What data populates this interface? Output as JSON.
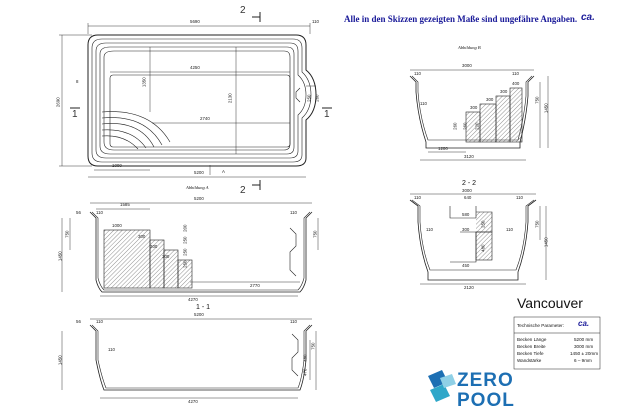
{
  "header": {
    "note": "Alle in den Skizzen gezeigten Maße sind ungefähre Angaben.",
    "brand_mark": "ca."
  },
  "plan_view": {
    "dims": {
      "top_total": "5690",
      "top_right": "110",
      "inner_length": "4250",
      "left_height": "2690",
      "small_left": "8",
      "bench_h": "1350",
      "inner_height": "2130",
      "bench_w": "2740",
      "step_right_1": "250",
      "step_right_2": "260",
      "step_left": "1000",
      "bottom_total": "5200"
    },
    "section_marks": [
      "2",
      "2",
      "1",
      "1"
    ],
    "caption_b": "Abbildung B",
    "caption_a": "Abbildung A",
    "marker_a": "A"
  },
  "detail_b": {
    "dims": {
      "top": "3000",
      "left_edge": "110",
      "right_edge": "110",
      "s1": "400",
      "s2": "300",
      "s3": "300",
      "s4": "300",
      "d1": "220",
      "d2": "260",
      "d3": "260",
      "height_a": "750",
      "height_b": "1450",
      "bottom_a": "1200",
      "bottom_b": "3120",
      "wall": "110"
    }
  },
  "section_22": {
    "title": "2 - 2",
    "dims": {
      "top": "3000",
      "left_edge": "110",
      "center_top": "640",
      "right_edge": "110",
      "inner_w": "580",
      "mid_a": "300",
      "mid_b": "250",
      "low_w": "450",
      "step_h": "480",
      "height_a": "750",
      "height_b": "1450",
      "bottom": "2120",
      "wall_l": "110",
      "wall_r": "110"
    }
  },
  "section_a": {
    "dims": {
      "top_total": "5200",
      "left_a": "1585",
      "left_edge": "110",
      "right_edge": "110",
      "step_1000": "1000",
      "s1": "300",
      "s2": "300",
      "s3": "300",
      "v1": "200",
      "v2": "250",
      "v3": "250",
      "v4": "250",
      "left_h_a": "750",
      "left_h_b": "1450",
      "small": "56",
      "right_h": "750",
      "bench": "2770",
      "bottom": "4270"
    }
  },
  "section_11": {
    "title": "1 - 1",
    "dims": {
      "top_total": "5200",
      "left_edge": "110",
      "right_edge": "110",
      "small": "56",
      "step": "110",
      "height": "1450",
      "r1": "750",
      "r2": "480",
      "r3": "470",
      "bottom": "4270"
    }
  },
  "info_box": {
    "model": "Vancouver",
    "params_title": "Technische Parameter:",
    "params_brand": "ca.",
    "rows": [
      {
        "label": "Becken Länge",
        "value": "5200 mm"
      },
      {
        "label": "Becken Breite",
        "value": "3000 mm"
      },
      {
        "label": "Becken Tiefe",
        "value": "1450 ± 20mm"
      },
      {
        "label": "Wandstärke",
        "value": "6 – 9mm"
      }
    ]
  },
  "logo": {
    "line1": "ZERO",
    "line2": "POOL",
    "colors": {
      "blue": "#1d6fb3",
      "teal": "#2fa7c9",
      "light": "#8fd0e6"
    }
  }
}
